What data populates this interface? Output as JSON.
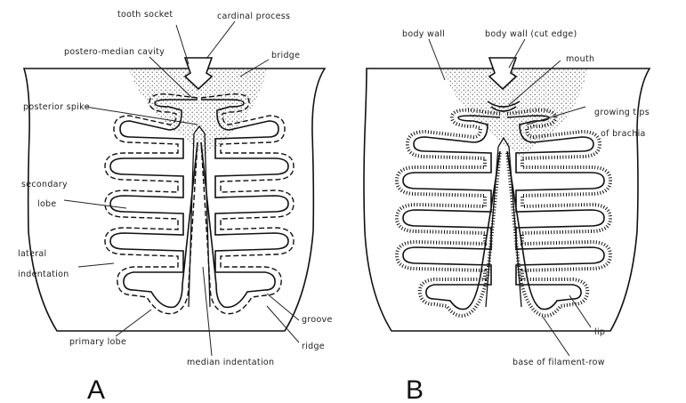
{
  "figure": {
    "panel_a": {
      "letter": "A",
      "labels": {
        "tooth_socket": "tooth socket",
        "cardinal_process": "cardinal process",
        "postero_median_cavity": "postero-median cavity",
        "bridge": "bridge",
        "posterior_spike": "posterior spike",
        "secondary": "secondary",
        "lobe": "lobe",
        "lateral": "lateral",
        "indentation": "indentation",
        "primary_lobe": "primary lobe",
        "median_indentation": "median indentation",
        "groove": "groove",
        "ridge": "ridge"
      }
    },
    "panel_b": {
      "letter": "B",
      "labels": {
        "body_wall": "body wall",
        "body_wall_cut_edge": "body wall (cut edge)",
        "mouth": "mouth",
        "growing_tips": "growing tips",
        "of_brachia": "of brachia",
        "lip": "lip",
        "base_of_filament_row": "base of filament-row"
      }
    }
  }
}
